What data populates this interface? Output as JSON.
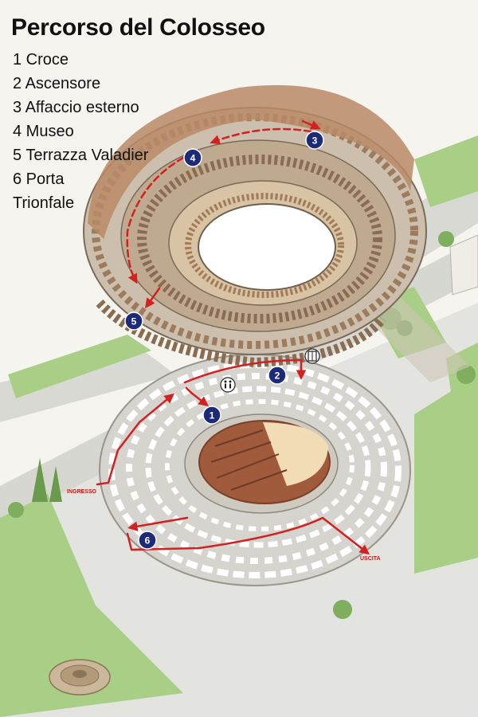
{
  "title": "Percorso del Colosseo",
  "legend": [
    "1 Croce",
    "2 Ascensore",
    "3 Affaccio esterno",
    "4 Museo",
    "5 Terrazza Valadier",
    "6 Porta",
    "Trionfale"
  ],
  "stops": [
    {
      "number": "1",
      "name": "Croce"
    },
    {
      "number": "2",
      "name": "Ascensore"
    },
    {
      "number": "3",
      "name": "Affaccio esterno"
    },
    {
      "number": "4",
      "name": "Museo"
    },
    {
      "number": "5",
      "name": "Terrazza Valadier"
    },
    {
      "number": "6",
      "name": "Porta Trionfale"
    }
  ],
  "route_labels": {
    "entrance": "INGRESSO",
    "exit": "USCITA"
  },
  "icons": {
    "restroom": "restroom-icon",
    "elevator": "elevator-icon"
  },
  "colors": {
    "route": "#d42020",
    "marker": "#1c2a78",
    "grass": "#a9cf86",
    "stone": "#c9a987",
    "pavement": "#dcdcd8"
  }
}
